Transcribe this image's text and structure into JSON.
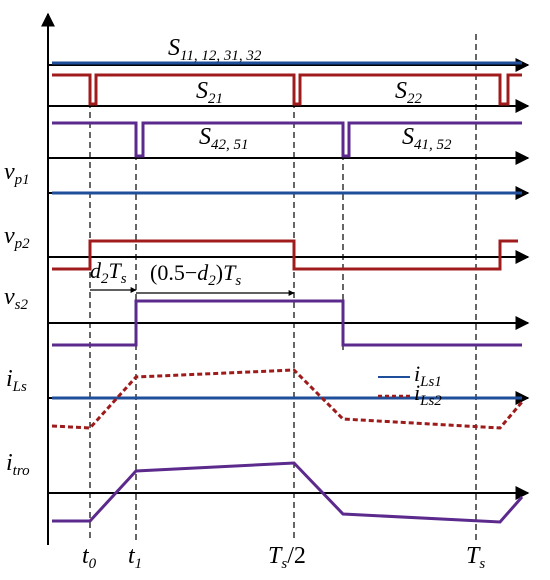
{
  "colors": {
    "blue": "#1f4e9a",
    "red": "#a01c1c",
    "purple": "#5b2a8c",
    "dark_red": "#9e1b1b",
    "axis": "#000000"
  },
  "signals": {
    "s_all_on": "S",
    "s_all_on_sub": "11, 12, 31, 32",
    "s21": "S",
    "s21_sub": "21",
    "s22": "S",
    "s22_sub": "22",
    "s4251": "S",
    "s4251_sub": "42, 51",
    "s4152": "S",
    "s4152_sub": "41, 52"
  },
  "axes": {
    "vp1": "v",
    "vp1_sub": "p1",
    "vp2": "v",
    "vp2_sub": "p2",
    "vs2": "v",
    "vs2_sub": "s2",
    "iLs": "i",
    "iLs_sub": "Ls",
    "itro": "i",
    "itro_sub": "tro"
  },
  "intervals": {
    "d2Ts_a": "d",
    "d2Ts_sub": "2",
    "d2Ts_b": "T",
    "d2Ts_sub2": "s",
    "phase_text": "(0.5−",
    "phase_d": "d",
    "phase_sub": "2",
    "phase_close": ")",
    "phase_T": "T",
    "phase_sub2": "s"
  },
  "legend": {
    "i1": "i",
    "i1_sub": "Ls1",
    "i2": "i",
    "i2_sub": "Ls2"
  },
  "time_marks": {
    "t0": "t",
    "t0_sub": "0",
    "t1": "t",
    "t1_sub": "1",
    "half": "T",
    "half_sub": "s",
    "half_suffix": "/2",
    "ts": "T",
    "ts_sub": "s"
  }
}
